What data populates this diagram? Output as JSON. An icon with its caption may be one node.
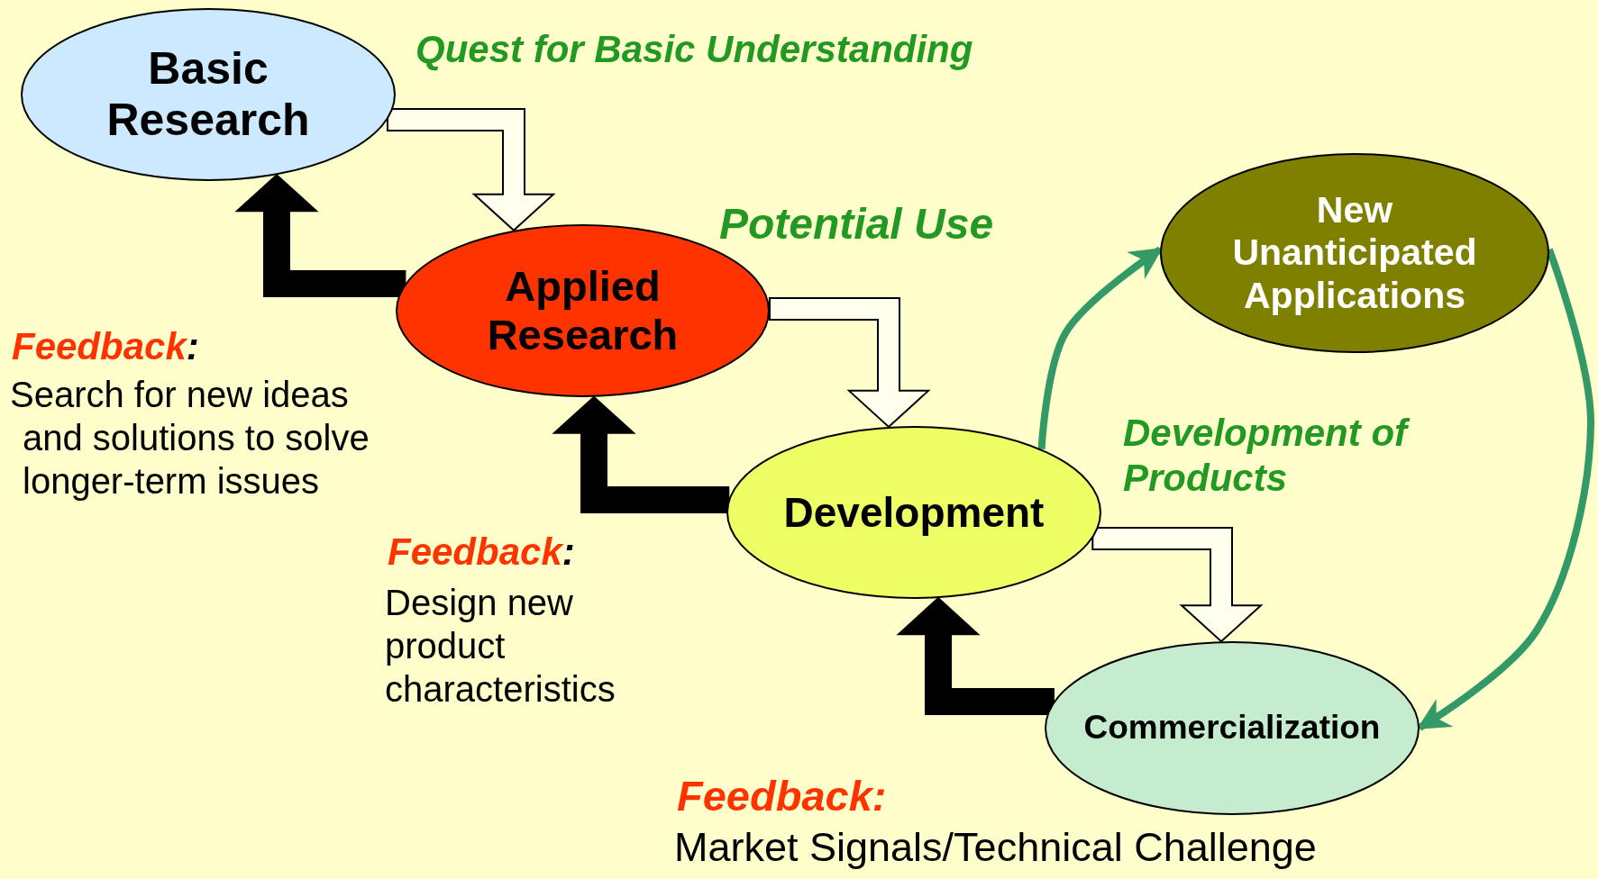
{
  "diagram": {
    "nodes": [
      {
        "text": [
          "Basic Research"
        ]
      },
      {
        "text": [
          "Applied Research"
        ]
      },
      {
        "text": [
          "Development"
        ]
      },
      {
        "text": [
          "New Unanticipated Applications"
        ]
      },
      {
        "text": [
          "Commercialization"
        ]
      }
    ],
    "edges": [
      {
        "from": 0,
        "to": 1,
        "arrow": "to",
        "style": "thick",
        "color": "#ffffee"
      },
      {
        "from": 1,
        "to": 2,
        "arrow": "to",
        "style": "thick",
        "color": "#ffffee"
      },
      {
        "from": 2,
        "to": 4,
        "arrow": "to",
        "style": "thick",
        "color": "#ffffee"
      },
      {
        "from": 1,
        "to": 0,
        "arrow": "to",
        "style": "thick",
        "color": "#000000"
      },
      {
        "from": 2,
        "to": 1,
        "arrow": "to",
        "style": "thick",
        "color": "#000000"
      },
      {
        "from": 4,
        "to": 2,
        "arrow": "to",
        "style": "thick",
        "color": "#000000"
      },
      {
        "from": 2,
        "to": 3,
        "arrow": "to",
        "color": "#339966"
      },
      {
        "from": 3,
        "to": 4,
        "arrow": "to",
        "color": "#339966"
      }
    ],
    "labels": [
      "Quest for Basic Understanding",
      "Potential Use",
      "**Feedback**:",
      "Search for new ideas and solutions to solve longer-term issues",
      "Development of Products",
      "**Feedback**:",
      "Design new product characteristics",
      "**Feedback:**",
      "Market Signals/Technical Challenge"
    ]
  }
}
